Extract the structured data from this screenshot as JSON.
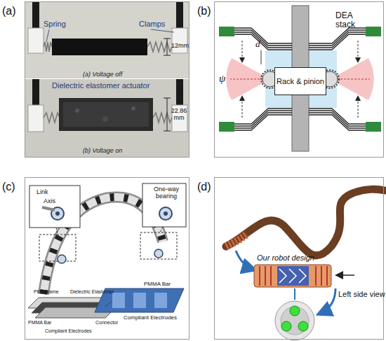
{
  "diagram": {
    "nodes": [
      {
        "text": [
          "(a)"
        ]
      },
      {
        "text": [
          "(b)"
        ]
      },
      {
        "text": [
          "Rack & pinion"
        ],
        "in": 1
      },
      {
        "text": [
          "(c)"
        ]
      },
      {
        "text": [
          "(d)"
        ]
      }
    ],
    "labels": [
      "Spring",
      "Clamps",
      "12mm",
      "(a) Voltage off",
      "Dielectric elastomer actuator",
      "22.86 mm",
      "(b) Voltage on",
      "DEA stack",
      "d",
      "ψ",
      "Link",
      "Axis",
      "One-way bearing",
      "PET Frame",
      "Dielectric Elastomer",
      "PMMA Bar",
      "Compliant Electrodes",
      "Connector",
      "PMMA Bar",
      "Compliant Electrodes",
      "Our robot design",
      "Left side view"
    ]
  }
}
